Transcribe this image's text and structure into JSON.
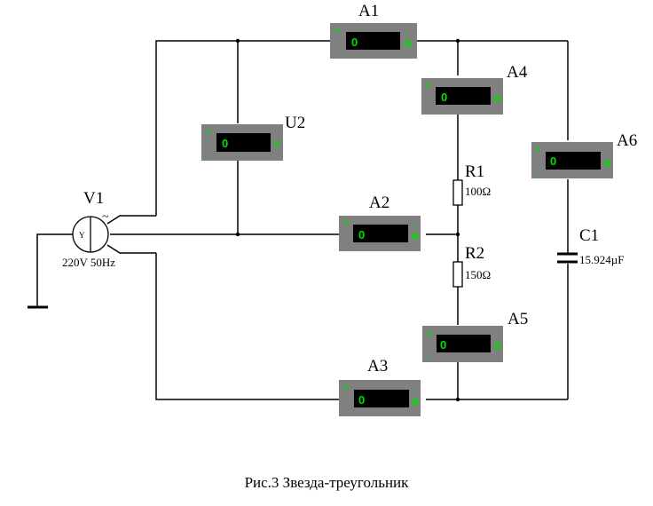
{
  "caption": "Рис.3 Звезда-треугольник",
  "colors": {
    "wire": "#000000",
    "meter_body": "#808080",
    "meter_display": "#000000",
    "meter_text": "#00e000"
  },
  "source": {
    "name": "V1",
    "value": "220V 50Hz",
    "symbol": "Y",
    "ac_symbol": "~"
  },
  "meters": {
    "A1": {
      "name": "A1",
      "reading": "0",
      "unit": "A",
      "plus": "+",
      "minus": "-"
    },
    "A2": {
      "name": "A2",
      "reading": "0",
      "unit": "A",
      "plus": "+",
      "minus": "-"
    },
    "A3": {
      "name": "A3",
      "reading": "0",
      "unit": "A",
      "plus": "+",
      "minus": "-"
    },
    "A4": {
      "name": "A4",
      "reading": "0",
      "unit": "A",
      "plus": "+",
      "minus": "-"
    },
    "A5": {
      "name": "A5",
      "reading": "0",
      "unit": "A",
      "plus": "+",
      "minus": "-"
    },
    "A6": {
      "name": "A6",
      "reading": "0",
      "unit": "A",
      "plus": "+",
      "minus": "-"
    },
    "U2": {
      "name": "U2",
      "reading": "0",
      "unit": "V",
      "plus": "+",
      "minus": "-"
    }
  },
  "resistors": {
    "R1": {
      "name": "R1",
      "value": "100Ω"
    },
    "R2": {
      "name": "R2",
      "value": "150Ω"
    }
  },
  "capacitor": {
    "name": "C1",
    "value": "15.924µF"
  }
}
